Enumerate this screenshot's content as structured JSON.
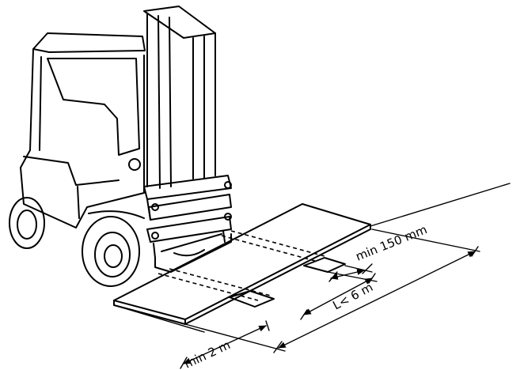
{
  "dimensions": {
    "min_150mm": "min 150 mm",
    "length": "L< 6 m",
    "min_2m": "min 2 m"
  }
}
